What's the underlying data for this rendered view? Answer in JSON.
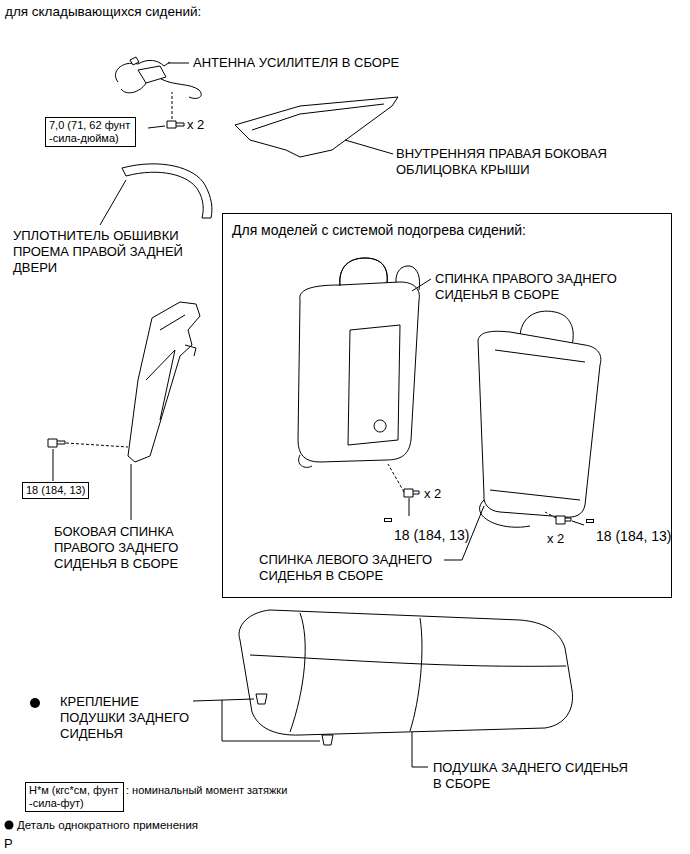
{
  "diagram": {
    "title": "для складывающихся сидений:",
    "nodes": [
      {
        "text": [
          "7,0 (71, 62 фунт -сила-дюйма)"
        ]
      },
      {
        "text": [
          "Для моделей с системой подогрева сидений:"
        ]
      },
      {
        "text": [
          "18 (184, 13)"
        ]
      },
      {
        "text": [
          "18 (184, 13)"
        ],
        "in": 1
      },
      {
        "text": [
          "18 (184, 13)"
        ],
        "in": 1
      },
      {
        "text": [
          "Н*м (кгс*см, фунт -сила-фут)",
          ": номинальный момент затяжки"
        ]
      }
    ],
    "labels": [
      "АНТЕННА УСИЛИТЕЛЯ В СБОРЕ",
      "x 2",
      "ВНУТРЕННЯЯ ПРАВАЯ БОКОВАЯ ОБЛИЦОВКА КРЫШИ",
      "УПЛОТНИТЕЛЬ ОБШИВКИ ПРОЕМА ПРАВОЙ ЗАДНЕЙ ДВЕРИ",
      "СПИНКА ПРАВОГО ЗАДНЕГО СИДЕНЬЯ В СБОРЕ",
      "x 2",
      "x 2",
      "БОКОВАЯ СПИНКА ПРАВОГО ЗАДНЕГО СИДЕНЬЯ В СБОРЕ",
      "СПИНКА ЛЕВОГО ЗАДНЕГО СИДЕНЬЯ В СБОРЕ",
      "КРЕПЛЕНИЕ ПОДУШКИ ЗАДНЕГО СИДЕНЬЯ",
      "ПОДУШКА ЗАДНЕГО СИДЕНЬЯ В СБОРЕ",
      "P"
    ],
    "legend": [
      {
        "text": "Деталь однократного применения"
      }
    ]
  }
}
